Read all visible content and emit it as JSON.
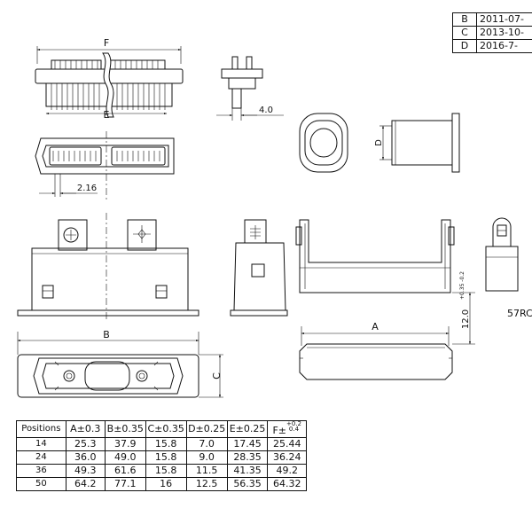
{
  "revisions": [
    {
      "rev": "B",
      "date": "2011-07-"
    },
    {
      "rev": "C",
      "date": "2013-10-"
    },
    {
      "rev": "D",
      "date": "2016-7-"
    }
  ],
  "labels": {
    "F": "F",
    "E": "E",
    "dim_4_0": "4.0",
    "D": "D",
    "dim_2_16": "2.16",
    "B": "B",
    "C": "C",
    "A": "A",
    "dim_12_0": "12.0",
    "dim_12_0_tol": "+0.35 -0.2",
    "part_no": "57RC"
  },
  "table": {
    "headers": [
      "Positions",
      "A±0.3",
      "B±0.35",
      "C±0.35",
      "D±0.25",
      "E±0.25",
      "F±"
    ],
    "f_tolerance_upper": "+0.2",
    "f_tolerance_lower": "0.4",
    "rows": [
      [
        "14",
        "25.3",
        "37.9",
        "15.8",
        "7.0",
        "17.45",
        "25.44"
      ],
      [
        "24",
        "36.0",
        "49.0",
        "15.8",
        "9.0",
        "28.35",
        "36.24"
      ],
      [
        "36",
        "49.3",
        "61.6",
        "15.8",
        "11.5",
        "41.35",
        "49.2"
      ],
      [
        "50",
        "64.2",
        "77.1",
        "16",
        "12.5",
        "56.35",
        "64.32"
      ]
    ]
  }
}
